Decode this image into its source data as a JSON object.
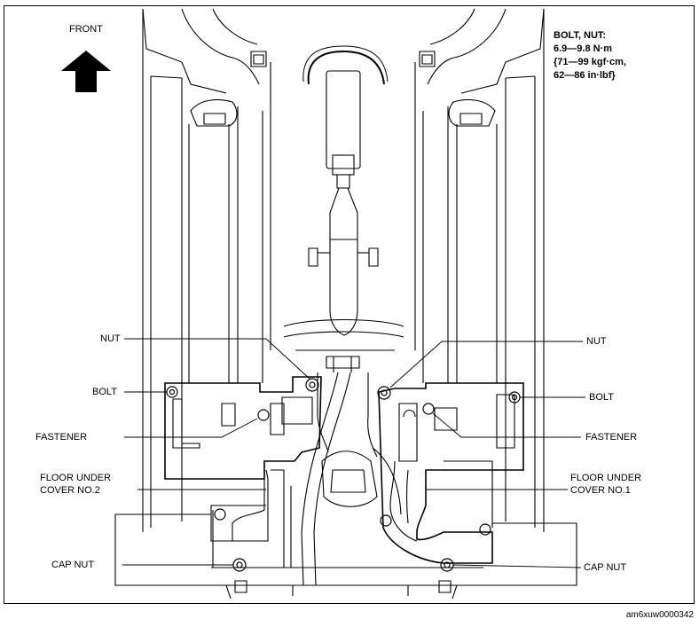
{
  "front_label": "FRONT",
  "torque_spec": {
    "line1": "BOLT, NUT:",
    "line2": "6.9—9.8 N·m",
    "line3": "{71—99 kgf·cm,",
    "line4": "62—86 in·lbf}"
  },
  "callouts": {
    "nut_left": "NUT",
    "nut_right": "NUT",
    "bolt_left": "BOLT",
    "bolt_right": "BOLT",
    "fastener_left": "FASTENER",
    "fastener_right": "FASTENER",
    "floor_cover_2_line1": "FLOOR UNDER",
    "floor_cover_2_line2": "COVER NO.2",
    "floor_cover_1_line1": "FLOOR UNDER",
    "floor_cover_1_line2": "COVER NO.1",
    "cap_nut_left": "CAP NUT",
    "cap_nut_right": "CAP NUT"
  },
  "figure_id": "am6xuw0000342"
}
